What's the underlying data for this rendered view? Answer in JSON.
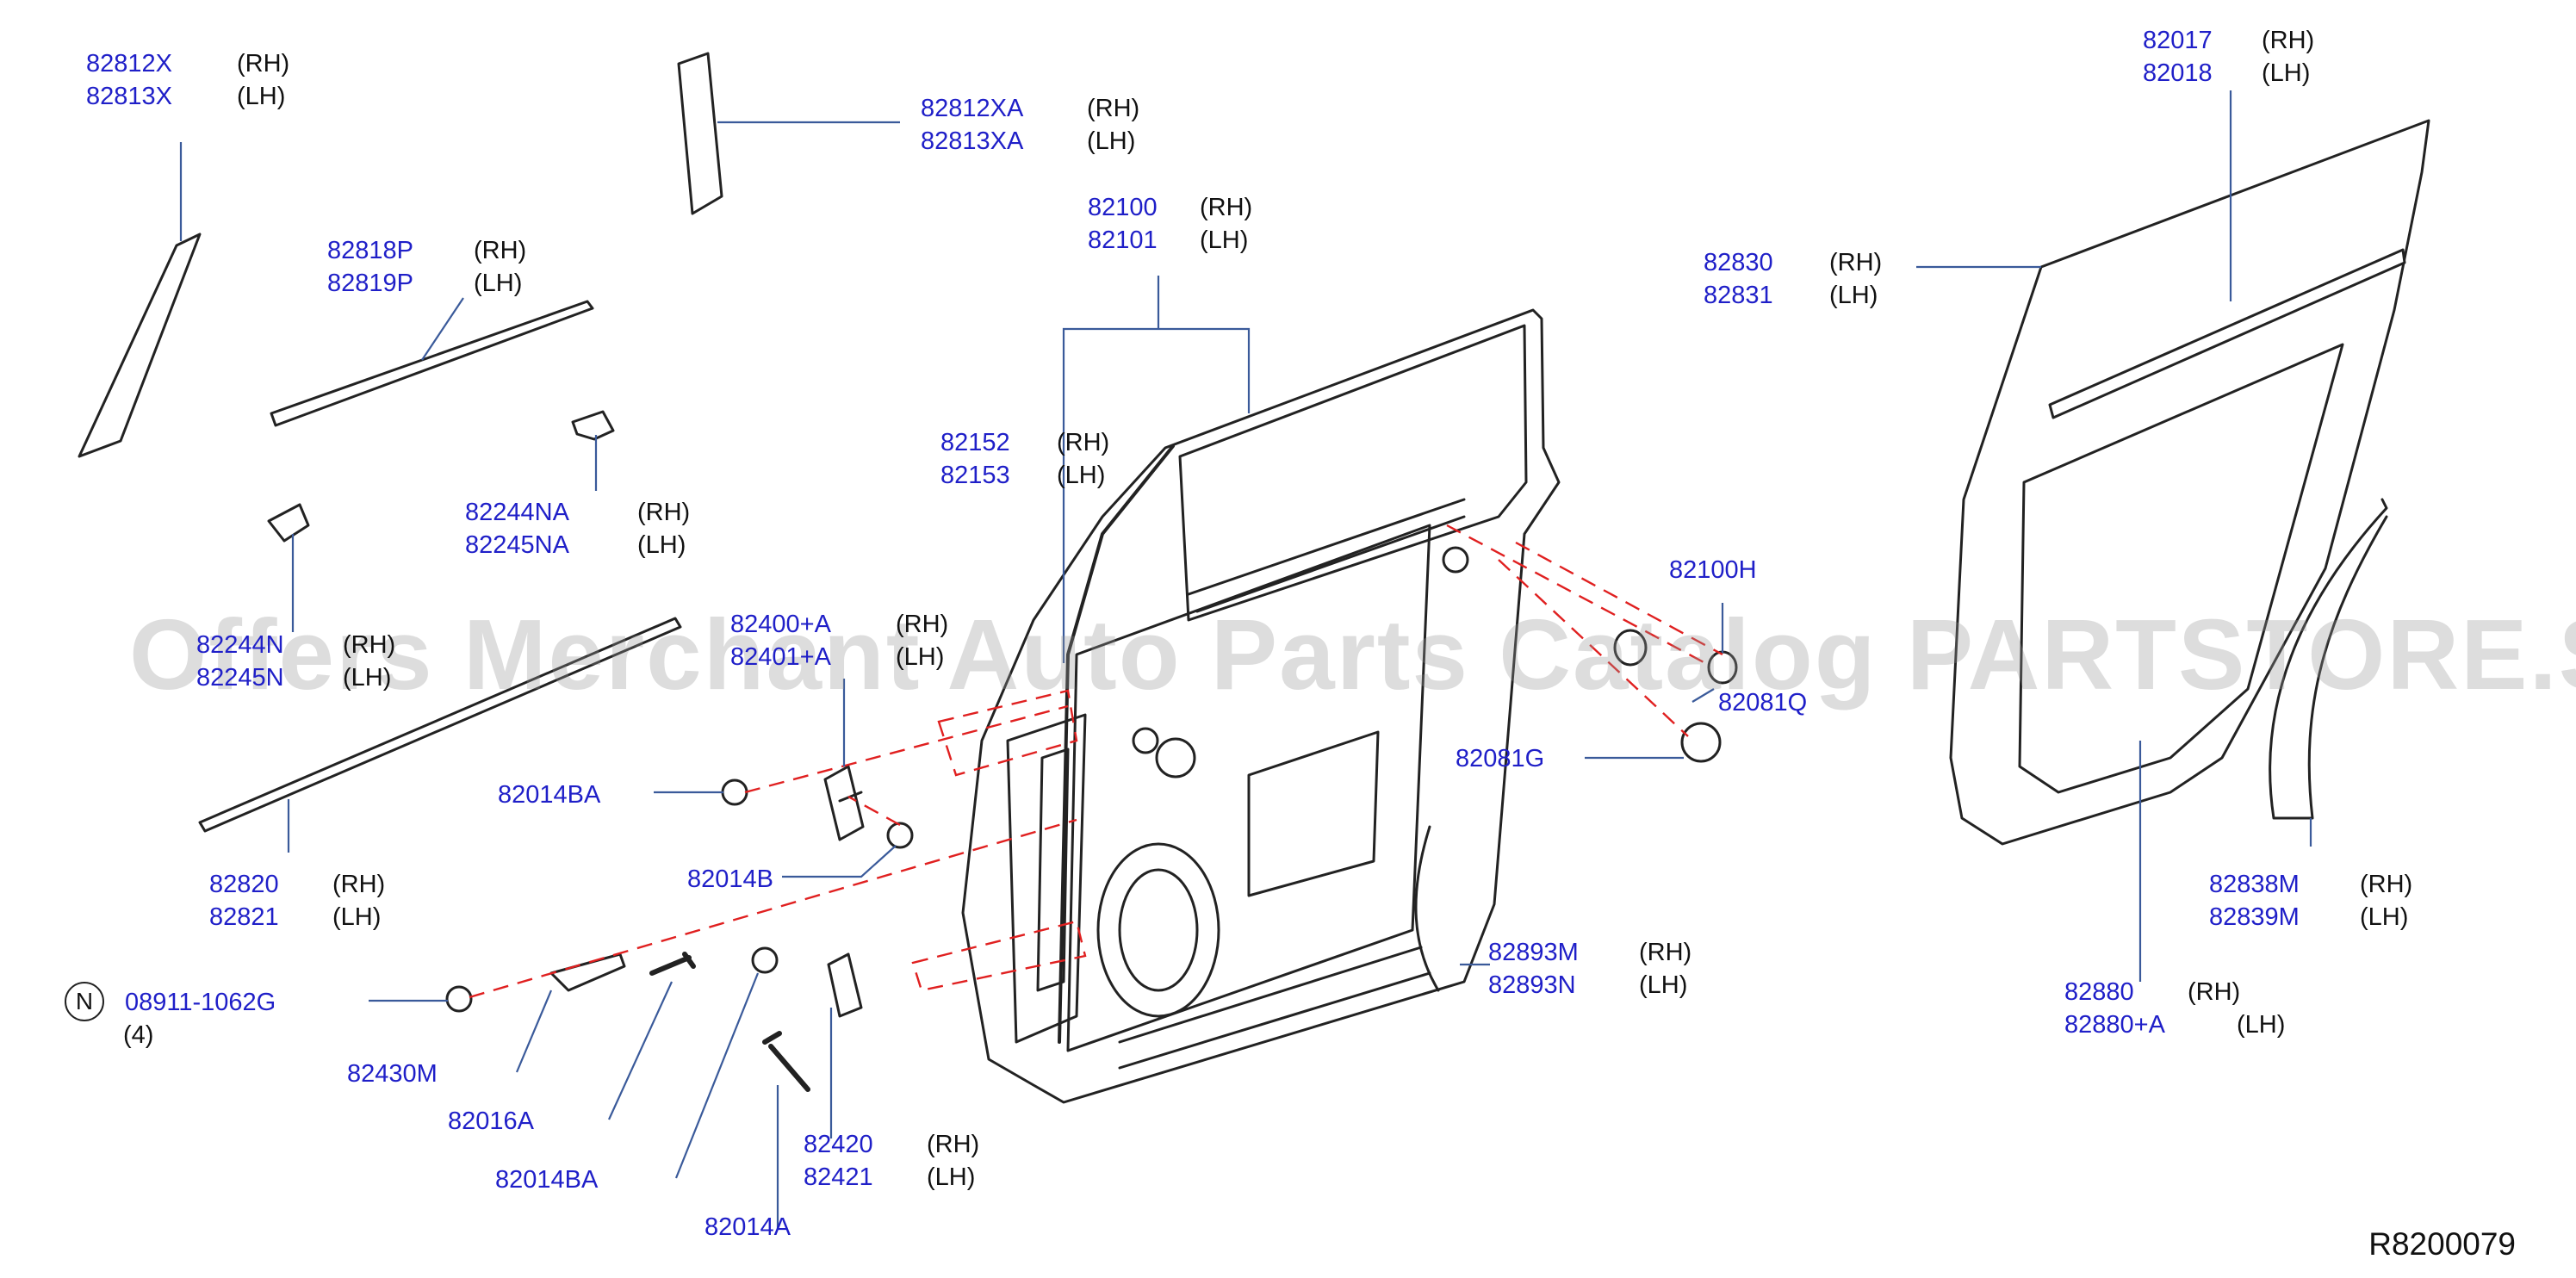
{
  "diagram": {
    "reference_code": "R8200079",
    "watermark": "Offers Merchant Auto Parts Catalog PARTSTORE.SA",
    "note_symbol": "N",
    "colors": {
      "part_number": "#1f1fc8",
      "leader": "#3a5a9a",
      "dashed": "#e02020",
      "outline": "#222222"
    },
    "parts": [
      {
        "id": "p1",
        "lines": [
          [
            "82812X",
            "(RH)"
          ],
          [
            "82813X",
            "(LH)"
          ]
        ]
      },
      {
        "id": "p2",
        "lines": [
          [
            "82812XA",
            "(RH)"
          ],
          [
            "82813XA",
            "(LH)"
          ]
        ]
      },
      {
        "id": "p3",
        "lines": [
          [
            "82818P",
            "(RH)"
          ],
          [
            "82819P",
            "(LH)"
          ]
        ]
      },
      {
        "id": "p4",
        "lines": [
          [
            "82244NA",
            "(RH)"
          ],
          [
            "82245NA",
            "(LH)"
          ]
        ]
      },
      {
        "id": "p5",
        "lines": [
          [
            "82244N",
            "(RH)"
          ],
          [
            "82245N",
            "(LH)"
          ]
        ]
      },
      {
        "id": "p6",
        "lines": [
          [
            "82820",
            "(RH)"
          ],
          [
            "82821",
            "(LH)"
          ]
        ]
      },
      {
        "id": "p7",
        "lines": [
          [
            "82400+A",
            "(RH)"
          ],
          [
            "82401+A",
            "(LH)"
          ]
        ]
      },
      {
        "id": "p8",
        "lines": [
          [
            "82014BA",
            ""
          ]
        ]
      },
      {
        "id": "p9",
        "lines": [
          [
            "82014B",
            ""
          ]
        ]
      },
      {
        "id": "p10",
        "lines": [
          [
            "08911-1062G",
            ""
          ],
          [
            "",
            "(4)"
          ]
        ]
      },
      {
        "id": "p11",
        "lines": [
          [
            "82430M",
            ""
          ]
        ]
      },
      {
        "id": "p12",
        "lines": [
          [
            "82016A",
            ""
          ]
        ]
      },
      {
        "id": "p13",
        "lines": [
          [
            "82014BA",
            ""
          ]
        ]
      },
      {
        "id": "p14",
        "lines": [
          [
            "82014A",
            ""
          ]
        ]
      },
      {
        "id": "p15",
        "lines": [
          [
            "82420",
            "(RH)"
          ],
          [
            "82421",
            "(LH)"
          ]
        ]
      },
      {
        "id": "p16",
        "lines": [
          [
            "82100",
            "(RH)"
          ],
          [
            "82101",
            "(LH)"
          ]
        ]
      },
      {
        "id": "p17",
        "lines": [
          [
            "82152",
            "(RH)"
          ],
          [
            "82153",
            "(LH)"
          ]
        ]
      },
      {
        "id": "p18",
        "lines": [
          [
            "82100H",
            ""
          ]
        ]
      },
      {
        "id": "p19",
        "lines": [
          [
            "82081Q",
            ""
          ]
        ]
      },
      {
        "id": "p20",
        "lines": [
          [
            "82081G",
            ""
          ]
        ]
      },
      {
        "id": "p21",
        "lines": [
          [
            "82893M",
            "(RH)"
          ],
          [
            "82893N",
            "(LH)"
          ]
        ]
      },
      {
        "id": "p22",
        "lines": [
          [
            "82017",
            "(RH)"
          ],
          [
            "82018",
            "(LH)"
          ]
        ]
      },
      {
        "id": "p23",
        "lines": [
          [
            "82830",
            "(RH)"
          ],
          [
            "82831",
            "(LH)"
          ]
        ]
      },
      {
        "id": "p24",
        "lines": [
          [
            "82838M",
            "(RH)"
          ],
          [
            "82839M",
            "(LH)"
          ]
        ]
      },
      {
        "id": "p25",
        "lines": [
          [
            "82880",
            "(RH)"
          ],
          [
            "82880+A",
            "(LH)"
          ]
        ]
      }
    ]
  }
}
